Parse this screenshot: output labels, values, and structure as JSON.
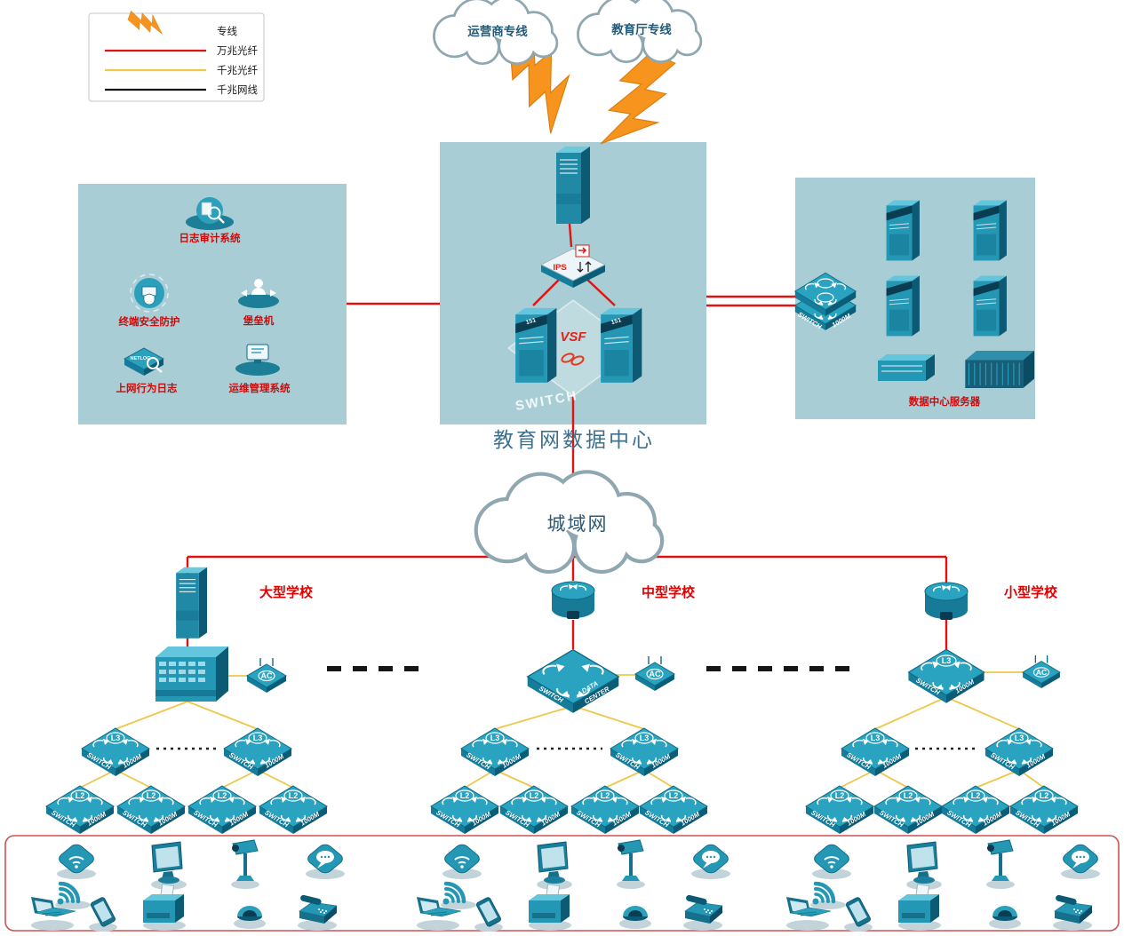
{
  "legend": {
    "items": [
      {
        "icon": "lightning-bolt-icon",
        "label": "专线"
      },
      {
        "icon": "red-line-icon",
        "label": "万兆光纤"
      },
      {
        "icon": "yellow-line-icon",
        "label": "千兆光纤"
      },
      {
        "icon": "black-line-icon",
        "label": "千兆网线"
      }
    ]
  },
  "clouds": {
    "isp": "运营商专线",
    "edu": "教育厅专线",
    "man": "城域网"
  },
  "datacenter": {
    "title": "教育网数据中心",
    "vsf_label": "VSF",
    "ips_label": "IPS",
    "switch_watermark": "SWITCH",
    "server_band": "151"
  },
  "security": {
    "log_audit": "日志审计系统",
    "terminal_protect": "终端安全防护",
    "bastion": "堡垒机",
    "netlog_tile": "NETLOG",
    "net_behavior": "上网行为日志",
    "ops_mgmt": "运维管理系统"
  },
  "servers": {
    "label": "数据中心服务器"
  },
  "schools": {
    "large": "大型学校",
    "medium": "中型学校",
    "small": "小型学校"
  },
  "labels": {
    "l3": "L3",
    "l2": "L2",
    "ac": "AC",
    "switch": "SWITCH",
    "m1000": "1000M",
    "data": "DATA",
    "center": "CENTER"
  },
  "colors": {
    "line_10g_fiber": "#e01313",
    "line_1g_fiber": "#edc84b",
    "line_1g_copper": "#161616",
    "device_teal": "#2397b4",
    "panel_teal": "#a8cdd5",
    "label_red": "#cf0a0a",
    "lightning_orange": "#f7941e"
  }
}
